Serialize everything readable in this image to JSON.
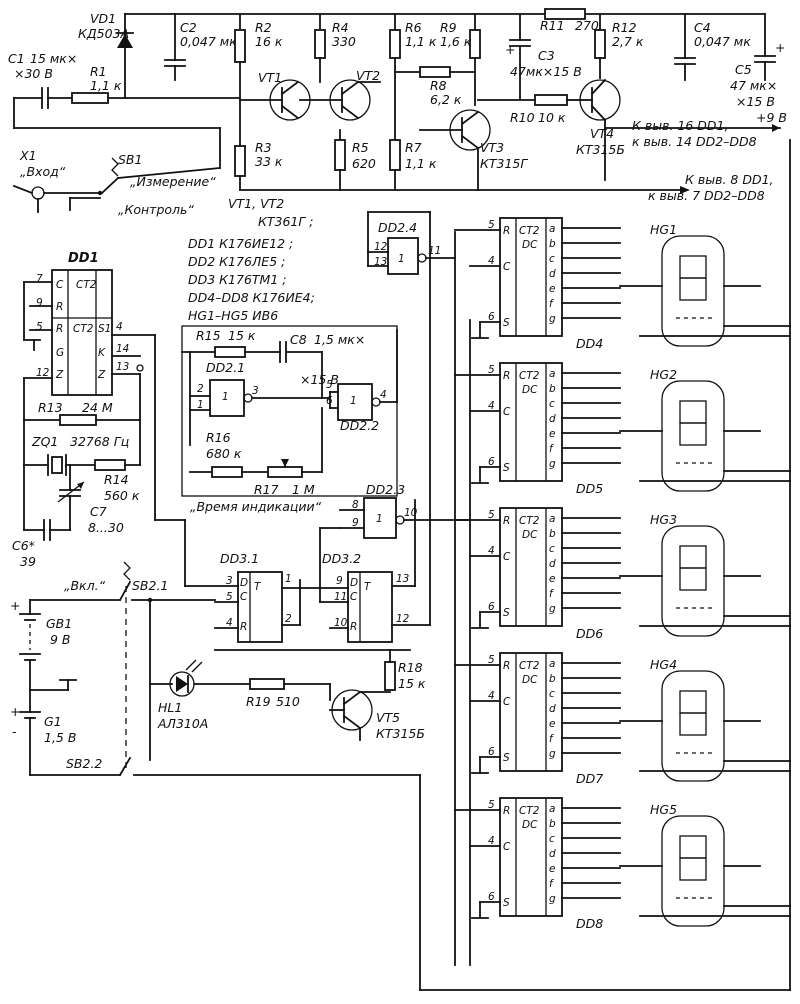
{
  "components": {
    "vd1": {
      "ref": "VD1",
      "part": "КД503А"
    },
    "c1": {
      "ref": "C1",
      "value_a": "15 мк×",
      "value_b": "×30 В"
    },
    "r1": {
      "ref": "R1",
      "value": "1,1 к"
    },
    "c2": {
      "ref": "C2",
      "value": "0,047 мк"
    },
    "r2": {
      "ref": "R2",
      "value": "16 к"
    },
    "r3": {
      "ref": "R3",
      "value": "33 к"
    },
    "r4": {
      "ref": "R4",
      "value": "330"
    },
    "r5": {
      "ref": "R5",
      "value": "620"
    },
    "r6": {
      "ref": "R6",
      "value": "1,1 к"
    },
    "r7": {
      "ref": "R7",
      "value": "1,1 к"
    },
    "r8": {
      "ref": "R8",
      "value": "6,2 к"
    },
    "r9": {
      "ref": "R9",
      "value": "1,6 к"
    },
    "r10": {
      "ref": "R10",
      "value": "10 к"
    },
    "r11": {
      "ref": "R11",
      "value": "270"
    },
    "r12": {
      "ref": "R12",
      "value": "2,7 к"
    },
    "c3": {
      "ref": "C3",
      "value": "47мк×15 В"
    },
    "c4": {
      "ref": "C4",
      "value": "0,047 мк"
    },
    "c5": {
      "ref": "C5",
      "value_a": "47 мк×",
      "value_b": "×15 В"
    },
    "vt1": {
      "ref": "VT1"
    },
    "vt2": {
      "ref": "VT2"
    },
    "vt3": {
      "ref": "VT3",
      "part": "КТ315Г"
    },
    "vt4": {
      "ref": "VT4",
      "part": "КТ315Б"
    },
    "x1": {
      "ref": "X1",
      "label": "„Вход“"
    },
    "sb1": {
      "ref": "SB1",
      "label_meas": "„Измерение“",
      "label_ctrl": "„Контроль“"
    },
    "r13": {
      "ref": "R13",
      "value": "24 М"
    },
    "zq1": {
      "ref": "ZQ1",
      "value": "32768 Гц"
    },
    "r14": {
      "ref": "R14",
      "value": "560 к"
    },
    "c6": {
      "ref": "C6*",
      "value": "39"
    },
    "c7": {
      "ref": "C7",
      "value": "8...30"
    },
    "r15": {
      "ref": "R15",
      "value": "15 к"
    },
    "r16": {
      "ref": "R16",
      "value": "680 к"
    },
    "r17": {
      "ref": "R17",
      "value": "1 М"
    },
    "c8": {
      "ref": "C8",
      "value_a": "1,5 мк×",
      "value_b": "×15 В"
    },
    "sb2": {
      "ref": "SB2.1",
      "ref2": "SB2.2",
      "label": "„Вкл.“"
    },
    "gb1": {
      "ref": "GB1",
      "value": "9 В"
    },
    "g1": {
      "ref": "G1",
      "value": "1,5 В"
    },
    "hl1": {
      "ref": "HL1",
      "part": "АЛ310А"
    },
    "r19": {
      "ref": "R19",
      "value": "510"
    },
    "r18": {
      "ref": "R18",
      "value": "15 к"
    },
    "vt5": {
      "ref": "VT5",
      "part": "КТ315Б"
    },
    "dd1": {
      "ref": "DD1"
    },
    "dd21": {
      "ref": "DD2.1"
    },
    "dd22": {
      "ref": "DD2.2"
    },
    "dd23": {
      "ref": "DD2.3"
    },
    "dd24": {
      "ref": "DD2.4"
    },
    "dd31": {
      "ref": "DD3.1"
    },
    "dd32": {
      "ref": "DD3.2"
    }
  },
  "notes": {
    "vt12": "VT1, VT2",
    "vt12_part": "КТ361Г ;",
    "parts_list": [
      "DD1   К176ИЕ12 ;",
      "DD2   К176ЛЕ5 ;",
      "DD3   К176ТМ1 ;",
      "DD4–DD8   К176ИЕ4;",
      "HG1–HG5   ИВ6"
    ],
    "supply": "+9 В",
    "to_pin16_a": "К выв. 16 DD1,",
    "to_pin16_b": "к выв. 14 DD2–DD8",
    "to_pin8_a": "К выв. 8 DD1,",
    "to_pin8_b": "к выв. 7 DD2–DD8",
    "display_time": "„Время индикации“"
  },
  "counters": [
    {
      "ref": "DD4",
      "hg": "HG1"
    },
    {
      "ref": "DD5",
      "hg": "HG2"
    },
    {
      "ref": "DD6",
      "hg": "HG3"
    },
    {
      "ref": "DD7",
      "hg": "HG4"
    },
    {
      "ref": "DD8",
      "hg": "HG5"
    }
  ],
  "chip_labels": {
    "ct2dc": "СТ2",
    "dc": "DC",
    "pins_left": [
      "R",
      "C",
      "S"
    ],
    "pins_right": [
      "a",
      "b",
      "c",
      "d",
      "e",
      "f",
      "g"
    ],
    "dd1_pins": [
      "C",
      "CT2",
      "R",
      "R",
      "CT2",
      "S1",
      "G",
      "K",
      "Z",
      "Z"
    ],
    "trigger_pins": [
      "T",
      "D",
      "C",
      "R"
    ]
  }
}
